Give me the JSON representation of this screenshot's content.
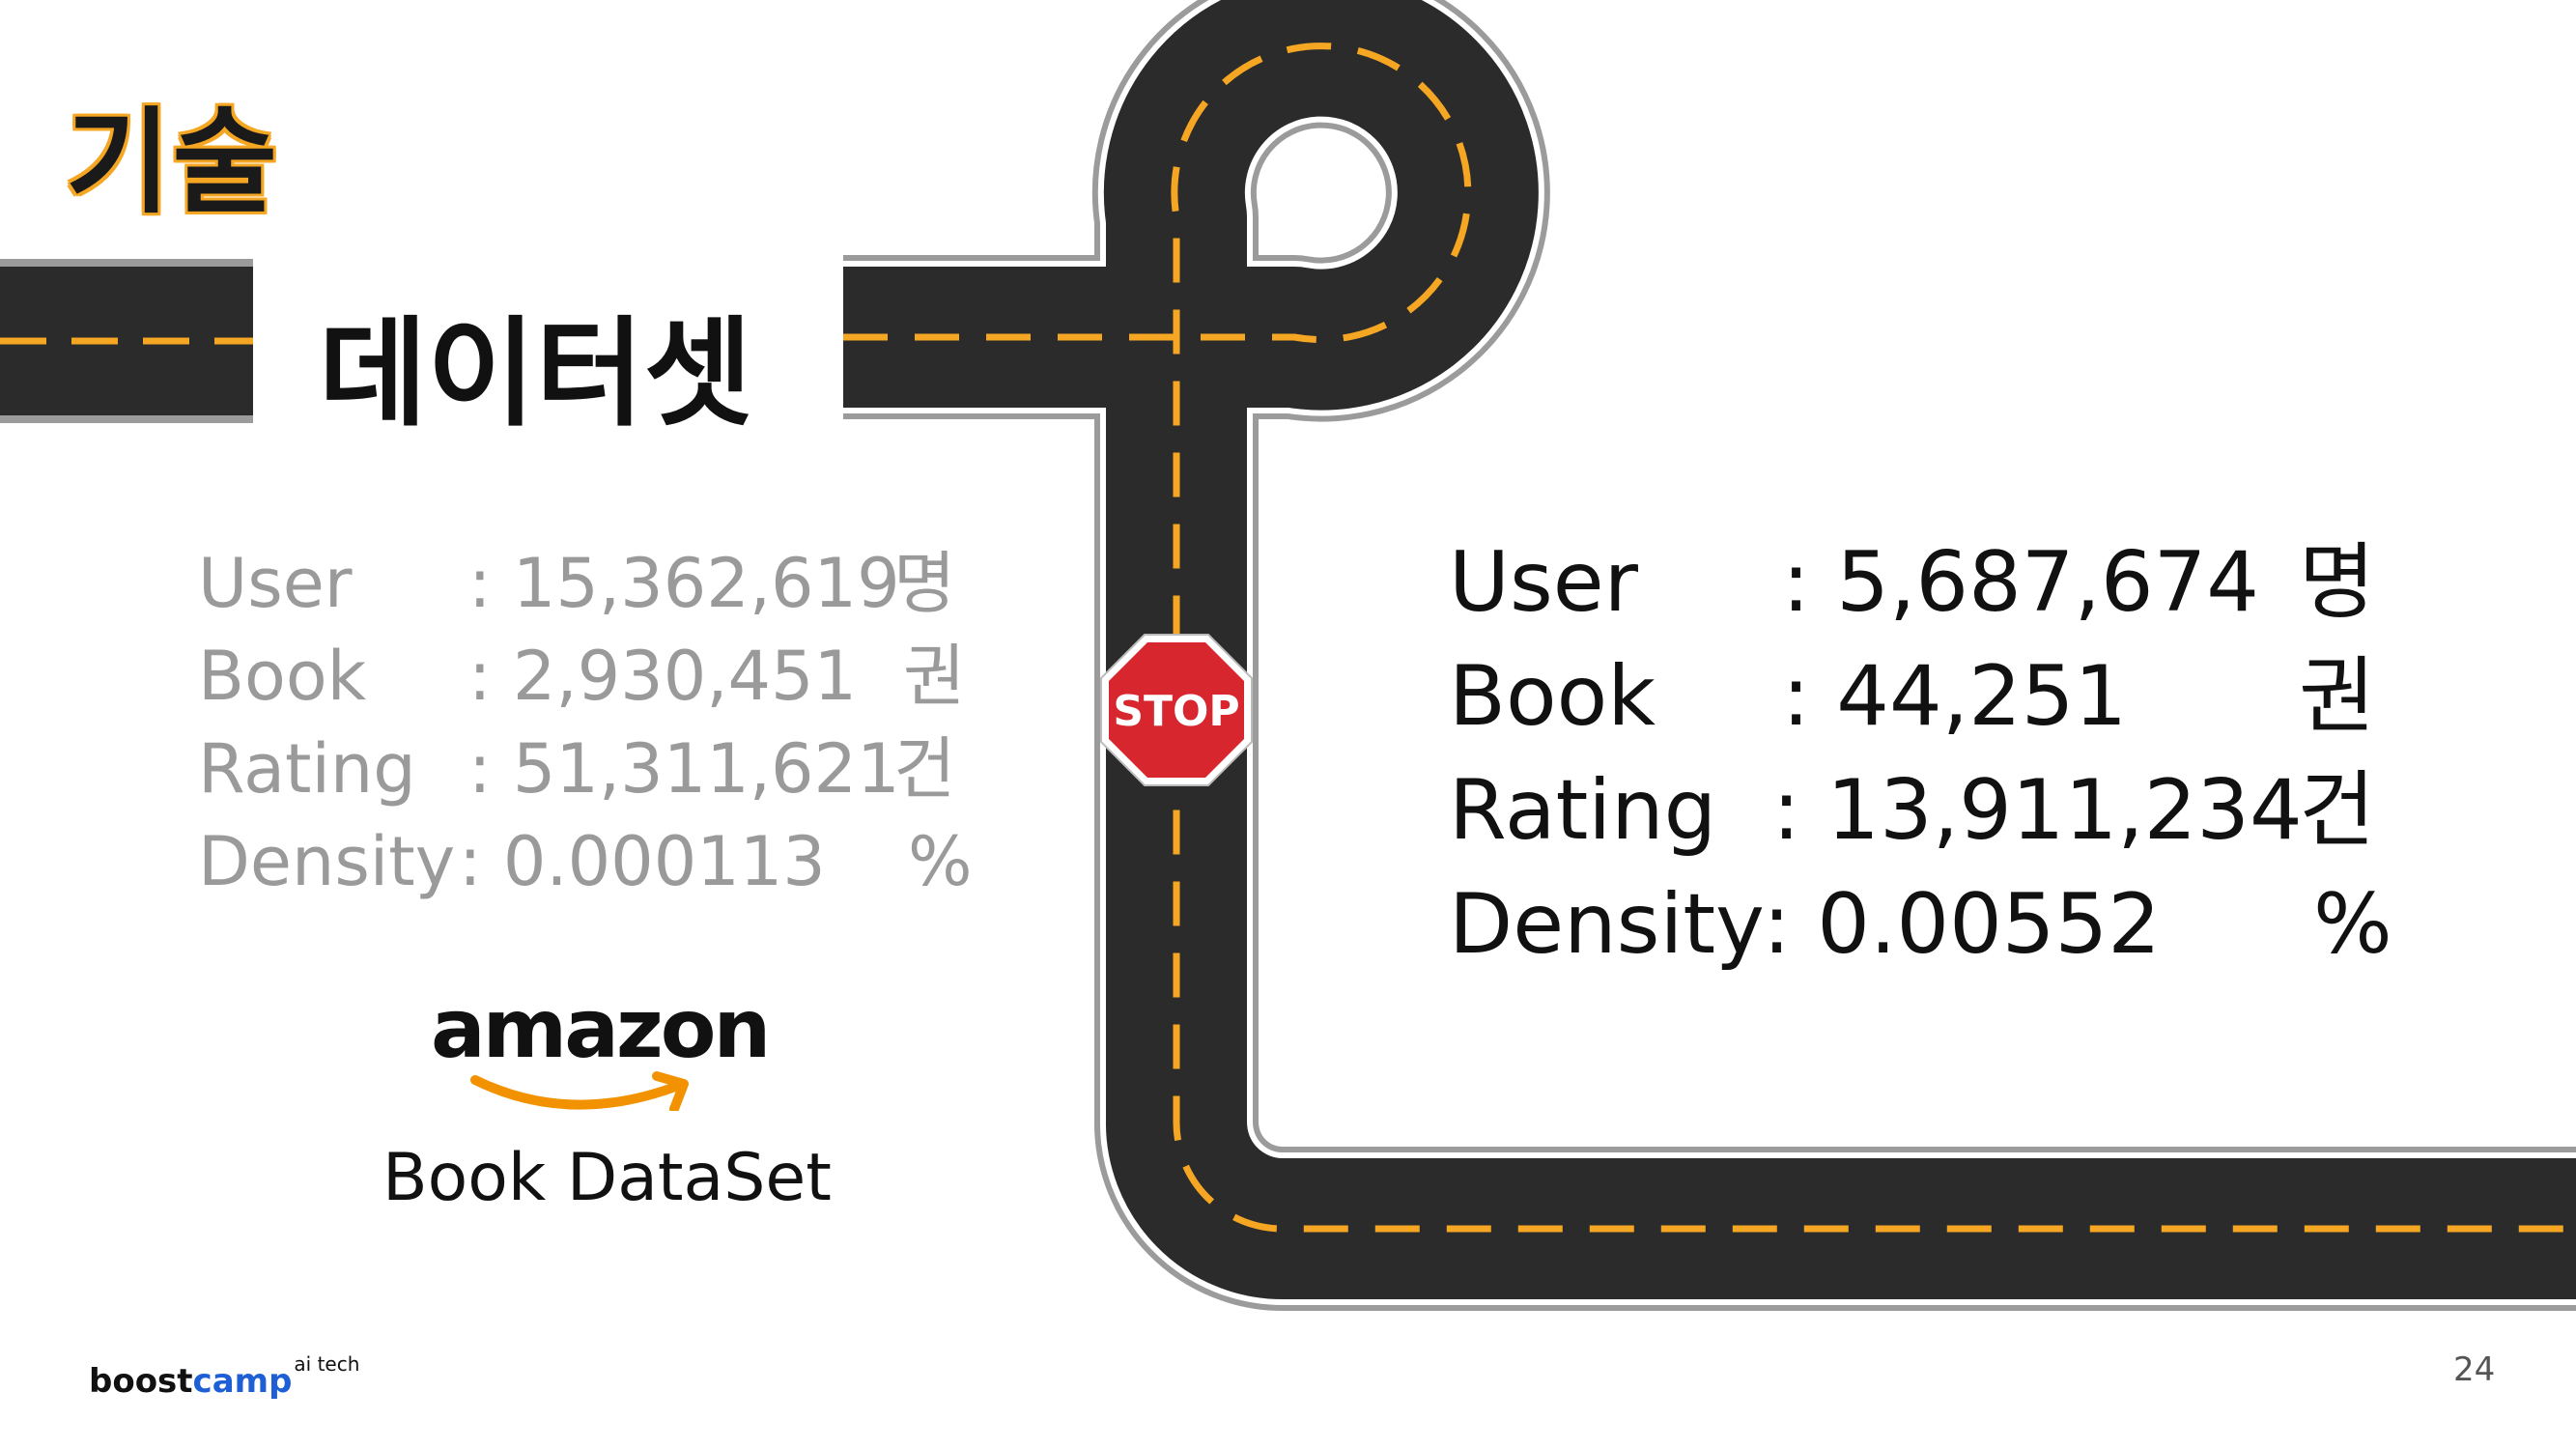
{
  "slide": {
    "title": "기술",
    "section": "데이터셋",
    "page_number": "24"
  },
  "left_stats": {
    "rows": [
      {
        "label": "User",
        "value": ": 15,362,619",
        "unit": "명"
      },
      {
        "label": "Book",
        "value": ": 2,930,451",
        "unit": "권"
      },
      {
        "label": "Rating",
        "value": ": 51,311,621",
        "unit": "건"
      },
      {
        "label": "Density",
        "value": ": 0.000113",
        "unit": "%"
      }
    ],
    "color": "#9a9a9a"
  },
  "right_stats": {
    "rows": [
      {
        "label": "User",
        "value": ": 5,687,674",
        "unit": "명"
      },
      {
        "label": "Book",
        "value": ": 44,251",
        "unit": "권"
      },
      {
        "label": "Rating",
        "value": ": 13,911,234",
        "unit": "건"
      },
      {
        "label": "Density",
        "value": ": 0.00552",
        "unit": "%"
      }
    ],
    "color": "#111111"
  },
  "dataset": {
    "logo_text": "amazon",
    "label": "Book DataSet"
  },
  "stop_sign": {
    "text": "STOP",
    "color": "#d7262e"
  },
  "road": {
    "asphalt": "#2b2b2b",
    "edge": "#9b9b9b",
    "lane": "#f5a623"
  },
  "brand": {
    "prefix": "boost",
    "highlight": "camp",
    "suffix": "ai tech"
  }
}
